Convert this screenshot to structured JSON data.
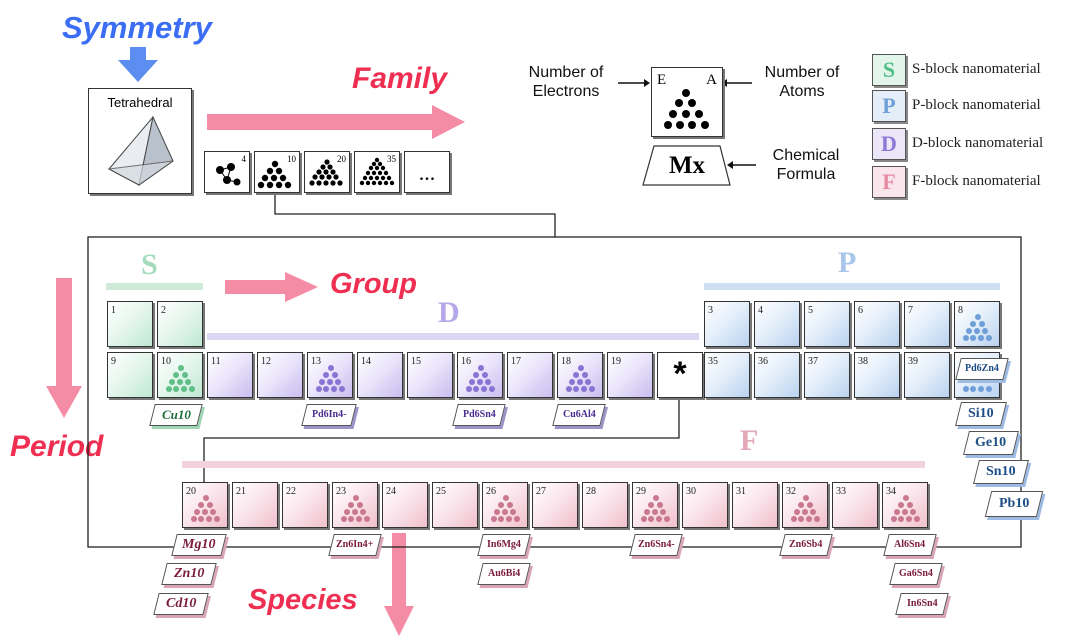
{
  "titles": {
    "symmetry": "Symmetry",
    "family": "Family",
    "group": "Group",
    "period": "Period",
    "species": "Species"
  },
  "tetrahedral_label": "Tetrahedral",
  "family_cards": [
    "4",
    "10",
    "20",
    "35",
    "..."
  ],
  "key": {
    "electrons_label": "Number of Electrons",
    "atoms_label": "Number of Atoms",
    "formula_label": "Chemical Formula",
    "e_letter": "E",
    "a_letter": "A",
    "formula": "Mx"
  },
  "legend": [
    {
      "letter": "S",
      "text": "S-block nanomaterial",
      "color": "#4fbf86",
      "bg": "#e3f5ea"
    },
    {
      "letter": "P",
      "text": "P-block nanomaterial",
      "color": "#6f9fd8",
      "bg": "#e3eef9"
    },
    {
      "letter": "D",
      "text": "D-block nanomaterial",
      "color": "#8b79d6",
      "bg": "#ebe6f8"
    },
    {
      "letter": "F",
      "text": "F-block nanomaterial",
      "color": "#e58aa2",
      "bg": "#f9e5eb"
    }
  ],
  "blocks": {
    "s": "S",
    "p": "P",
    "d": "D",
    "f": "F"
  },
  "cells": {
    "s": [
      "1",
      "2",
      "9",
      "10"
    ],
    "d": [
      "11",
      "12",
      "13",
      "14",
      "15",
      "16",
      "17",
      "18",
      "19"
    ],
    "p": [
      "3",
      "4",
      "5",
      "6",
      "7",
      "8",
      "35",
      "36",
      "37",
      "38",
      "39"
    ],
    "f": [
      "20",
      "21",
      "22",
      "23",
      "24",
      "25",
      "26",
      "27",
      "28",
      "29",
      "30",
      "31",
      "32",
      "33",
      "34"
    ],
    "star": "*"
  },
  "species_tags": {
    "cu10": "Cu10",
    "pd6in4": "Pd6In4-",
    "pd6sn4": "Pd6Sn4",
    "cu6al4": "Cu6Al4",
    "pd6zn4": "Pd6Zn4",
    "si10": "Si10",
    "ge10": "Ge10",
    "sn10": "Sn10",
    "pb10": "Pb10",
    "mg10": "Mg10",
    "zn10": "Zn10",
    "cd10": "Cd10",
    "zn6in4": "Zn6In4+",
    "in6mg4": "In6Mg4",
    "au6bi4": "Au6Bi4",
    "zn6sn4": "Zn6Sn4-",
    "zn6sb4": "Zn6Sb4",
    "al6sn4": "Al6Sn4",
    "ga6sn4": "Ga6Sn4",
    "in6sn4": "In6Sn4"
  },
  "colors": {
    "arrow_pink": "#f58ca5",
    "arrow_blue": "#5b8ef0",
    "s_band": "#cfead9",
    "d_band": "#dcd5f3",
    "p_band": "#cfe0f3",
    "f_band": "#f2d2dc"
  }
}
